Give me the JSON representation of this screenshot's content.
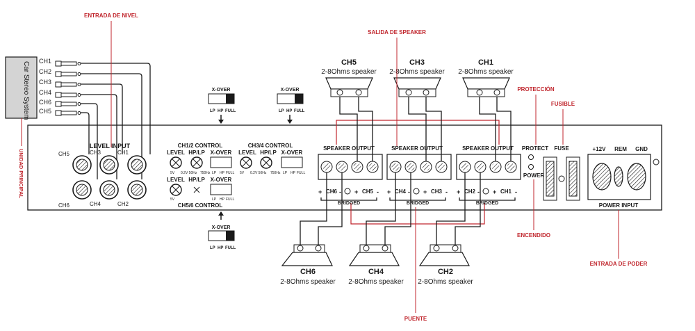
{
  "annotations": {
    "entrada_nivel": "ENTRADA DE NIVEL",
    "salida_speaker": "SALIDA DE SPEAKER",
    "proteccion": "PROTECCIÓN",
    "fusible": "FUSIBLE",
    "encendido": "ENCENDIDO",
    "entrada_poder": "ENTRADA DE PODER",
    "puente": "PUENTE",
    "unidad_principal": "UNIDAD PRINCIPAL"
  },
  "head_unit": {
    "label": "Car Stereo System",
    "channels": [
      "CH1",
      "CH2",
      "CH3",
      "CH4",
      "CH6",
      "CH5"
    ]
  },
  "level_input": {
    "title": "LEVEL INPUT",
    "top_row": [
      "CH5",
      "CH3",
      "CH1"
    ],
    "bottom_row": [
      "CH6",
      "CH4",
      "CH2"
    ]
  },
  "controls": {
    "ch12_title": "CH1/2 CONTROL",
    "ch34_title": "CH3/4 CONTROL",
    "ch56_title": "CH5/6 CONTROL",
    "level": "LEVEL",
    "hplp": "HP/LP",
    "xover": "X-OVER",
    "level_range": "5V",
    "freq_range": "0.2V 50Hz",
    "freq_max": "750Hz",
    "lp": "LP",
    "hp": "HP",
    "full": "FULL"
  },
  "speaker_outputs": {
    "title": "SPEAKER OUTPUT",
    "bridged": "BRIDGED",
    "groups": [
      {
        "left": "CH6",
        "right": "CH5"
      },
      {
        "left": "CH4",
        "right": "CH3"
      },
      {
        "left": "CH2",
        "right": "CH1"
      }
    ]
  },
  "status": {
    "protect": "PROTECT",
    "power": "POWER",
    "fuse": "FUSE"
  },
  "power_input": {
    "title": "POWER INPUT",
    "v12": "+12V",
    "rem": "REM",
    "gnd": "GND"
  },
  "speakers_top": [
    {
      "name": "CH5",
      "spec": "2-8Ohms speaker"
    },
    {
      "name": "CH3",
      "spec": "2-8Ohms speaker"
    },
    {
      "name": "CH1",
      "spec": "2-8Ohms speaker"
    }
  ],
  "speakers_bottom": [
    {
      "name": "CH6",
      "spec": "2-8Ohms speaker"
    },
    {
      "name": "CH4",
      "spec": "2-8Ohms speaker"
    },
    {
      "name": "CH2",
      "spec": "2-8Ohms speaker"
    }
  ],
  "colors": {
    "annotation": "#c0262d",
    "line": "#1a1a1a",
    "headunit_fill": "#d4d4d4"
  }
}
